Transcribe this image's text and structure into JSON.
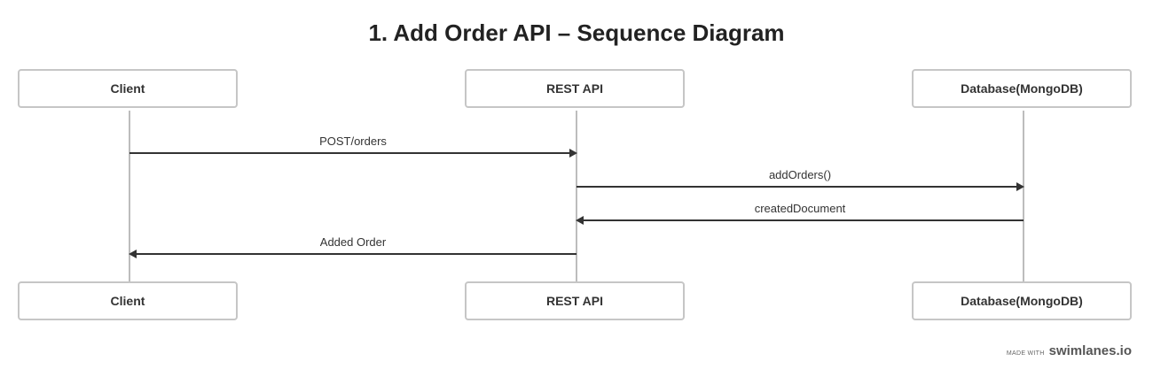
{
  "title": "1. Add Order API – Sequence Diagram",
  "participants": {
    "client": "Client",
    "rest_api": "REST API",
    "database": "Database(MongoDB)"
  },
  "messages": [
    {
      "label": "POST/orders",
      "from": "Client",
      "to": "REST API"
    },
    {
      "label": "addOrders()",
      "from": "REST API",
      "to": "Database(MongoDB)"
    },
    {
      "label": "createdDocument",
      "from": "Database(MongoDB)",
      "to": "REST API"
    },
    {
      "label": "Added Order",
      "from": "REST API",
      "to": "Client"
    }
  ],
  "footer": {
    "made_with": "MADE WITH",
    "brand": "swimlanes.io"
  },
  "colors": {
    "actor_border": "#c6c6c6",
    "lifeline": "#bdbdbd",
    "arrow": "#333333"
  }
}
